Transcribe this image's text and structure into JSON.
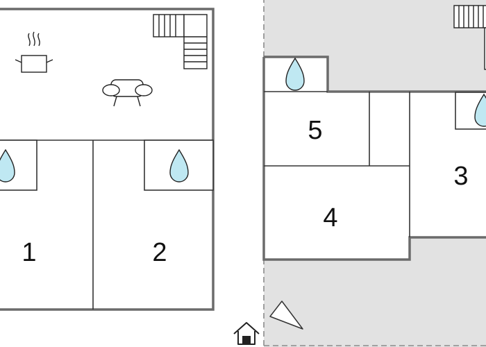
{
  "colors": {
    "wall": "#6b6b6b",
    "outdoor": "#e2e2e2",
    "floor": "#ffffff",
    "water": "#bfe8f2",
    "line": "#333333"
  },
  "rooms": [
    {
      "label": "1"
    },
    {
      "label": "2"
    },
    {
      "label": "3"
    },
    {
      "label": "4"
    },
    {
      "label": "5"
    }
  ],
  "icons": {
    "water": "water-drop-icon",
    "kitchen": "cooking-pot-icon",
    "living": "sofa-icon",
    "stairs": "staircase-icon",
    "entrance": "house-entrance-icon",
    "orientation": "north-arrow-icon"
  }
}
